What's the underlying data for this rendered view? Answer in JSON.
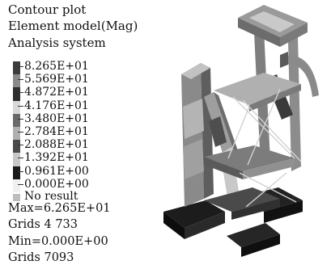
{
  "header": {
    "title": "Contour plot",
    "subtitle": "Element model(Mag)",
    "system": "Analysis system"
  },
  "legend": {
    "labels": [
      "8.265E+01",
      "5.569E+01",
      "4.872E+01",
      "4.176E+01",
      "3.480E+01",
      "2.784E+01",
      "2.088E+01",
      "1.392E+01",
      "0.961E+00",
      "0.000E+00"
    ],
    "colors": [
      "#3c3c3c",
      "#8a8a8a",
      "#2e2e2e",
      "#d8d8d8",
      "#6a6a6a",
      "#b0b0b0",
      "#4a4a4a",
      "#c8c8c8",
      "#1a1a1a",
      "#f0f0f0"
    ],
    "no_result": "No result"
  },
  "stats": {
    "max": "Max=6.265E+01",
    "max_grid": "Grids 4 733",
    "min": "Min=0.000E+00",
    "min_grid": "Grids 7093"
  }
}
